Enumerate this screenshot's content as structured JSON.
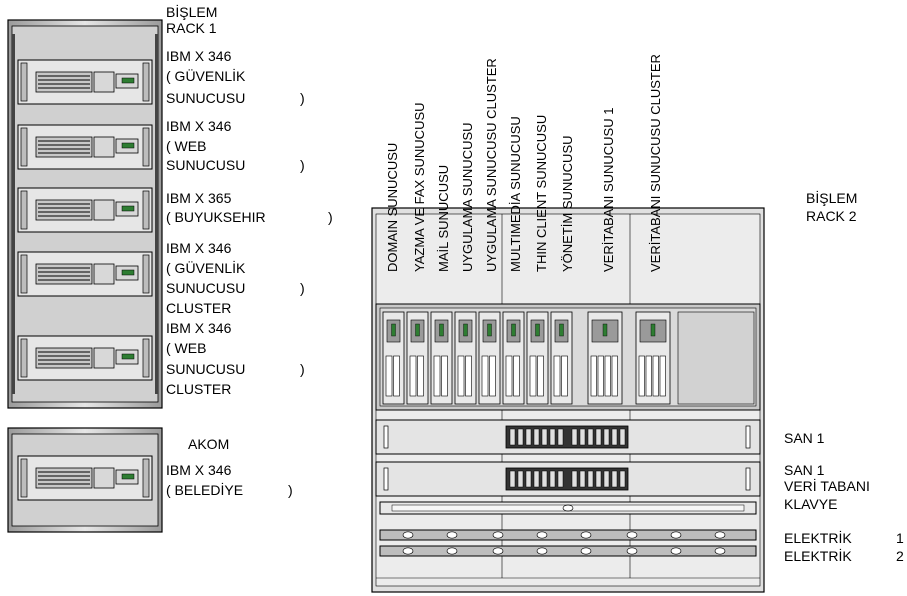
{
  "left_rack": {
    "title": [
      "BİŞLEM",
      "RACK   1"
    ],
    "servers": [
      {
        "label": "IBM X   346",
        "name": "( GÜVENLİK",
        "line3": "SUNUCUSU",
        "line4": "",
        "close": ")"
      },
      {
        "label": "IBM X   346",
        "name": "( WEB",
        "line3": "SUNUCUSU",
        "line4": "",
        "close": ")"
      },
      {
        "label": "IBM X   365",
        "name": "( BUYUKSEHIR",
        "line3": "",
        "line4": "",
        "close": ")"
      },
      {
        "label": "IBM X   346",
        "name": "( GÜVENLİK",
        "line3": "SUNUCUSU",
        "line4": "CLUSTER",
        "close": ")"
      },
      {
        "label": "IBM X   346",
        "name": "( WEB",
        "line3": "SUNUCUSU",
        "line4": "CLUSTER",
        "close": ")"
      }
    ]
  },
  "akom_rack": {
    "title": "AKOM",
    "server": {
      "label": "IBM X   346",
      "name": "( BELEDİYE",
      "close": ")"
    }
  },
  "right_rack": {
    "title": [
      "BİŞLEM",
      "RACK   2"
    ],
    "blades": [
      "DOMAIN SUNUCUSU",
      "YAZMA VE FAX SUNUCUSU",
      "MAİL SUNUCUSU",
      "UYGULAMA SUNUCUSU",
      "UYGULAMA SUNUCUSU CLUSTER",
      "MULTIMEDİA SUNUCUSU",
      "THIN CLIENT SUNUCUSU",
      "YÖNETİM SUNUCUSU",
      "VERİTABANI SUNUCUSU 1",
      "VERİTABANI SUNUCUSU CLUSTER"
    ],
    "devices": [
      {
        "name": "SAN   1",
        "extra": []
      },
      {
        "name": "SAN   1",
        "extra": [
          "VERİ TABANI",
          "KLAVYE"
        ]
      },
      {
        "name": "ELEKTRİK",
        "num": "1"
      },
      {
        "name": "ELEKTRİK",
        "num": "2"
      }
    ]
  },
  "colors": {
    "rack_frame": "#c8c8c8",
    "rack_dark": "#6e6e6e",
    "server_face": "#dcdcdc",
    "led": "#2e7d32",
    "stroke": "#000000"
  }
}
